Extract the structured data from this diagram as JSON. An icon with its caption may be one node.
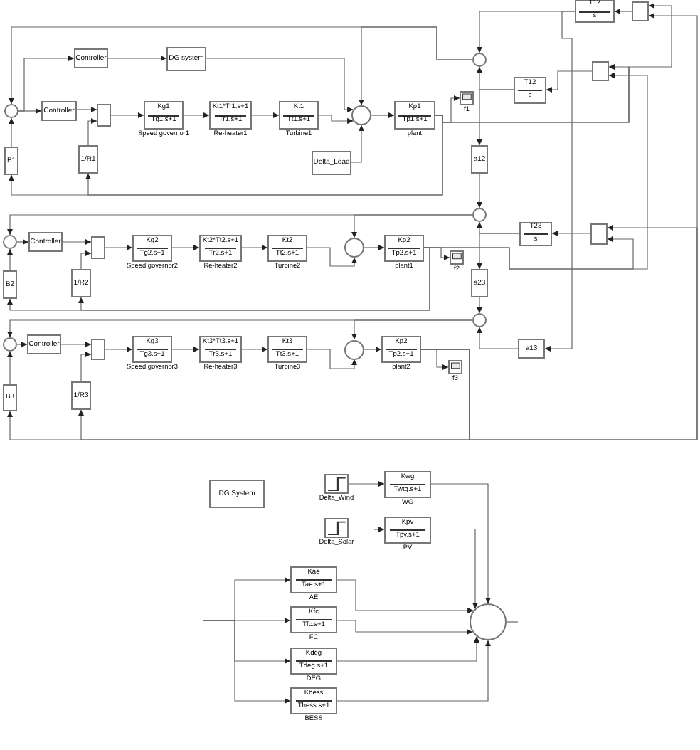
{
  "diagram": {
    "nodes": [
      {
        "text": [
          "T12",
          "s"
        ]
      },
      {
        "text": [],
        "shape": "box"
      },
      {
        "text": [
          "Controller"
        ]
      },
      {
        "text": [
          "DG system"
        ]
      },
      {
        "text": [],
        "shape": "circle"
      },
      {
        "text": [],
        "shape": "box"
      },
      {
        "text": [
          "T12",
          "s"
        ]
      },
      {
        "text": [],
        "shape": "picture",
        "beside": [
          "f1"
        ]
      },
      {
        "text": [],
        "shape": "circle"
      },
      {
        "text": [
          "Controller"
        ]
      },
      {
        "text": [],
        "shape": "box"
      },
      {
        "text": [
          "Kg1",
          "Tg1.s+1"
        ],
        "beside": [
          "Speed governor1"
        ]
      },
      {
        "text": [
          "Kt1*Tr1.s+1",
          "Tr1.s+1"
        ],
        "beside": [
          "Re-heater1"
        ]
      },
      {
        "text": [
          "Kt1",
          "Tt1.s+1"
        ],
        "beside": [
          "Turbine1"
        ]
      },
      {
        "text": [],
        "shape": "circle"
      },
      {
        "text": [
          "Kp1",
          "Tp1.s+1"
        ],
        "beside": [
          "plant"
        ]
      },
      {
        "text": [
          "B1"
        ]
      },
      {
        "text": [
          "1/R1"
        ]
      },
      {
        "text": [
          "Delta_Load"
        ]
      },
      {
        "text": [
          "a12"
        ]
      },
      {
        "text": [],
        "shape": "circle"
      },
      {
        "text": [
          "T23",
          "s"
        ]
      },
      {
        "text": [],
        "shape": "box"
      },
      {
        "text": [],
        "shape": "circle"
      },
      {
        "text": [
          "Controller"
        ]
      },
      {
        "text": [],
        "shape": "box"
      },
      {
        "text": [
          "Kg2",
          "Tg2.s+1"
        ],
        "beside": [
          "Speed governor2"
        ]
      },
      {
        "text": [
          "Kt2*Tt2.s+1",
          "Tr2.s+1"
        ],
        "beside": [
          "Re-heater2"
        ]
      },
      {
        "text": [
          "Kt2",
          "Tt2.s+1"
        ],
        "beside": [
          "Turbine2"
        ]
      },
      {
        "text": [],
        "shape": "circle"
      },
      {
        "text": [
          "Kp2",
          "Tp2.s+1"
        ],
        "beside": [
          "plant1"
        ]
      },
      {
        "text": [],
        "shape": "picture",
        "beside": [
          "f2"
        ]
      },
      {
        "text": [
          "a23"
        ]
      },
      {
        "text": [
          "B2"
        ]
      },
      {
        "text": [
          "1/R2"
        ]
      },
      {
        "text": [],
        "shape": "circle"
      },
      {
        "text": [],
        "shape": "circle"
      },
      {
        "text": [
          "Controller"
        ]
      },
      {
        "text": [],
        "shape": "box"
      },
      {
        "text": [
          "Kg3",
          "Tg3.s+1"
        ],
        "beside": [
          "Speed governor3"
        ]
      },
      {
        "text": [
          "Kt3*Tt3.s+1",
          "Tr3.s+1"
        ],
        "beside": [
          "Re-heater3"
        ]
      },
      {
        "text": [
          "Kt3",
          "Tt3.s+1"
        ],
        "beside": [
          "Turbine3"
        ]
      },
      {
        "text": [],
        "shape": "circle"
      },
      {
        "text": [
          "Kp2",
          "Tp2.s+1"
        ],
        "beside": [
          "plant2"
        ]
      },
      {
        "text": [
          "a13"
        ]
      },
      {
        "text": [],
        "shape": "picture",
        "beside": [
          "f3"
        ]
      },
      {
        "text": [
          "B3"
        ]
      },
      {
        "text": [
          "1/R3"
        ]
      },
      {
        "text": [
          "DG System"
        ]
      },
      {
        "text": [],
        "shape": "picture",
        "beside": [
          "Delta_Wind"
        ]
      },
      {
        "text": [
          "Kwg",
          "Twtg.s+1"
        ],
        "beside": [
          "WG"
        ]
      },
      {
        "text": [],
        "shape": "picture",
        "beside": [
          "Delta_Solar"
        ]
      },
      {
        "text": [
          "Kpv",
          "Tpv.s+1"
        ],
        "beside": [
          "PV"
        ]
      },
      {
        "text": [
          "Kae",
          "Tae.s+1"
        ],
        "beside": [
          "AE"
        ]
      },
      {
        "text": [
          "Kfc",
          "Tfc.s+1"
        ],
        "beside": [
          "FC"
        ]
      },
      {
        "text": [],
        "shape": "circle"
      },
      {
        "text": [
          "Kdeg",
          "Tdeg.s+1"
        ],
        "beside": [
          "DEG"
        ]
      },
      {
        "text": [
          "Kbess",
          "Tbess.s+1"
        ],
        "beside": [
          "BESS"
        ]
      }
    ],
    "edges": [
      {
        "from": 8,
        "to": 9,
        "arrow": "to"
      },
      {
        "from": 8,
        "to": 2,
        "arrow": "to"
      },
      {
        "from": 2,
        "to": 3,
        "arrow": "to"
      },
      {
        "from": 3,
        "to": 14,
        "arrow": "to"
      },
      {
        "from": 9,
        "to": 10,
        "arrow": "to"
      },
      {
        "from": 17,
        "to": 10,
        "arrow": "to"
      },
      {
        "from": 10,
        "to": 11,
        "arrow": "to"
      },
      {
        "from": 11,
        "to": 12,
        "arrow": "to"
      },
      {
        "from": 12,
        "to": 13,
        "arrow": "to"
      },
      {
        "from": 13,
        "to": 14,
        "arrow": "to"
      },
      {
        "from": 18,
        "to": 14,
        "arrow": "to"
      },
      {
        "from": 14,
        "to": 15,
        "arrow": "to"
      },
      {
        "from": 15,
        "to": 7,
        "arrow": "to"
      },
      {
        "from": 15,
        "to": 16,
        "arrow": "to"
      },
      {
        "from": 15,
        "to": 17,
        "arrow": "to"
      },
      {
        "from": 15,
        "to": 5,
        "arrow": "to"
      },
      {
        "from": 15,
        "to": 1,
        "arrow": "to"
      },
      {
        "from": 1,
        "to": 0,
        "arrow": "to"
      },
      {
        "from": 0,
        "to": 4,
        "arrow": "to"
      },
      {
        "from": 0,
        "to": 44,
        "arrow": "to"
      },
      {
        "from": 5,
        "to": 6,
        "arrow": "to"
      },
      {
        "from": 6,
        "to": 4,
        "arrow": "to"
      },
      {
        "from": 6,
        "to": 19,
        "arrow": "to"
      },
      {
        "from": 4,
        "to": 8,
        "arrow": "to"
      },
      {
        "from": 4,
        "to": 14,
        "arrow": "to"
      },
      {
        "from": 16,
        "to": 8,
        "arrow": "to"
      },
      {
        "from": 19,
        "to": 20,
        "arrow": "to"
      },
      {
        "from": 21,
        "to": 20,
        "arrow": "to"
      },
      {
        "from": 21,
        "to": 32,
        "arrow": "to"
      },
      {
        "from": 22,
        "to": 21,
        "arrow": "to"
      },
      {
        "from": 20,
        "to": 23,
        "arrow": "to"
      },
      {
        "from": 20,
        "to": 29,
        "arrow": "to"
      },
      {
        "from": 23,
        "to": 24,
        "arrow": "to"
      },
      {
        "from": 24,
        "to": 25,
        "arrow": "to"
      },
      {
        "from": 34,
        "to": 25,
        "arrow": "to"
      },
      {
        "from": 25,
        "to": 26,
        "arrow": "to"
      },
      {
        "from": 26,
        "to": 27,
        "arrow": "to"
      },
      {
        "from": 27,
        "to": 28,
        "arrow": "to"
      },
      {
        "from": 28,
        "to": 29,
        "arrow": "to"
      },
      {
        "from": 29,
        "to": 30,
        "arrow": "to"
      },
      {
        "from": 30,
        "to": 31,
        "arrow": "to"
      },
      {
        "from": 30,
        "to": 33,
        "arrow": "to"
      },
      {
        "from": 30,
        "to": 34,
        "arrow": "to"
      },
      {
        "from": 30,
        "to": 5,
        "arrow": "to"
      },
      {
        "from": 30,
        "to": 22,
        "arrow": "to"
      },
      {
        "from": 33,
        "to": 23,
        "arrow": "to"
      },
      {
        "from": 32,
        "to": 35,
        "arrow": "to"
      },
      {
        "from": 44,
        "to": 35,
        "arrow": "to"
      },
      {
        "from": 35,
        "to": 36,
        "arrow": "to"
      },
      {
        "from": 35,
        "to": 42,
        "arrow": "to"
      },
      {
        "from": 36,
        "to": 37,
        "arrow": "to"
      },
      {
        "from": 37,
        "to": 38,
        "arrow": "to"
      },
      {
        "from": 47,
        "to": 38,
        "arrow": "to"
      },
      {
        "from": 38,
        "to": 39,
        "arrow": "to"
      },
      {
        "from": 39,
        "to": 40,
        "arrow": "to"
      },
      {
        "from": 40,
        "to": 41,
        "arrow": "to"
      },
      {
        "from": 41,
        "to": 42,
        "arrow": "to"
      },
      {
        "from": 42,
        "to": 43,
        "arrow": "to"
      },
      {
        "from": 43,
        "to": 45,
        "arrow": "to"
      },
      {
        "from": 43,
        "to": 46,
        "arrow": "to"
      },
      {
        "from": 43,
        "to": 47,
        "arrow": "to"
      },
      {
        "from": 43,
        "to": 22,
        "arrow": "to"
      },
      {
        "from": 43,
        "to": 1,
        "arrow": "to"
      },
      {
        "from": 46,
        "to": 36,
        "arrow": "to"
      },
      {
        "from": 49,
        "to": 50,
        "arrow": "to"
      },
      {
        "from": null,
        "to": 52,
        "arrow": "to"
      },
      {
        "from": null,
        "to": 53,
        "arrow": "to"
      },
      {
        "from": null,
        "to": 54,
        "arrow": "to"
      },
      {
        "from": null,
        "to": 56,
        "arrow": "to"
      },
      {
        "from": null,
        "to": 57,
        "arrow": "to"
      },
      {
        "from": 50,
        "to": 55,
        "arrow": "to"
      },
      {
        "from": null,
        "to": 55,
        "arrow": "to"
      },
      {
        "from": 53,
        "to": 55,
        "arrow": "to"
      },
      {
        "from": 54,
        "to": 55,
        "arrow": "to"
      },
      {
        "from": 56,
        "to": 55,
        "arrow": "to"
      },
      {
        "from": 57,
        "to": 55,
        "arrow": "to"
      },
      {
        "from": 55,
        "to": null,
        "arrow": "none"
      }
    ]
  }
}
